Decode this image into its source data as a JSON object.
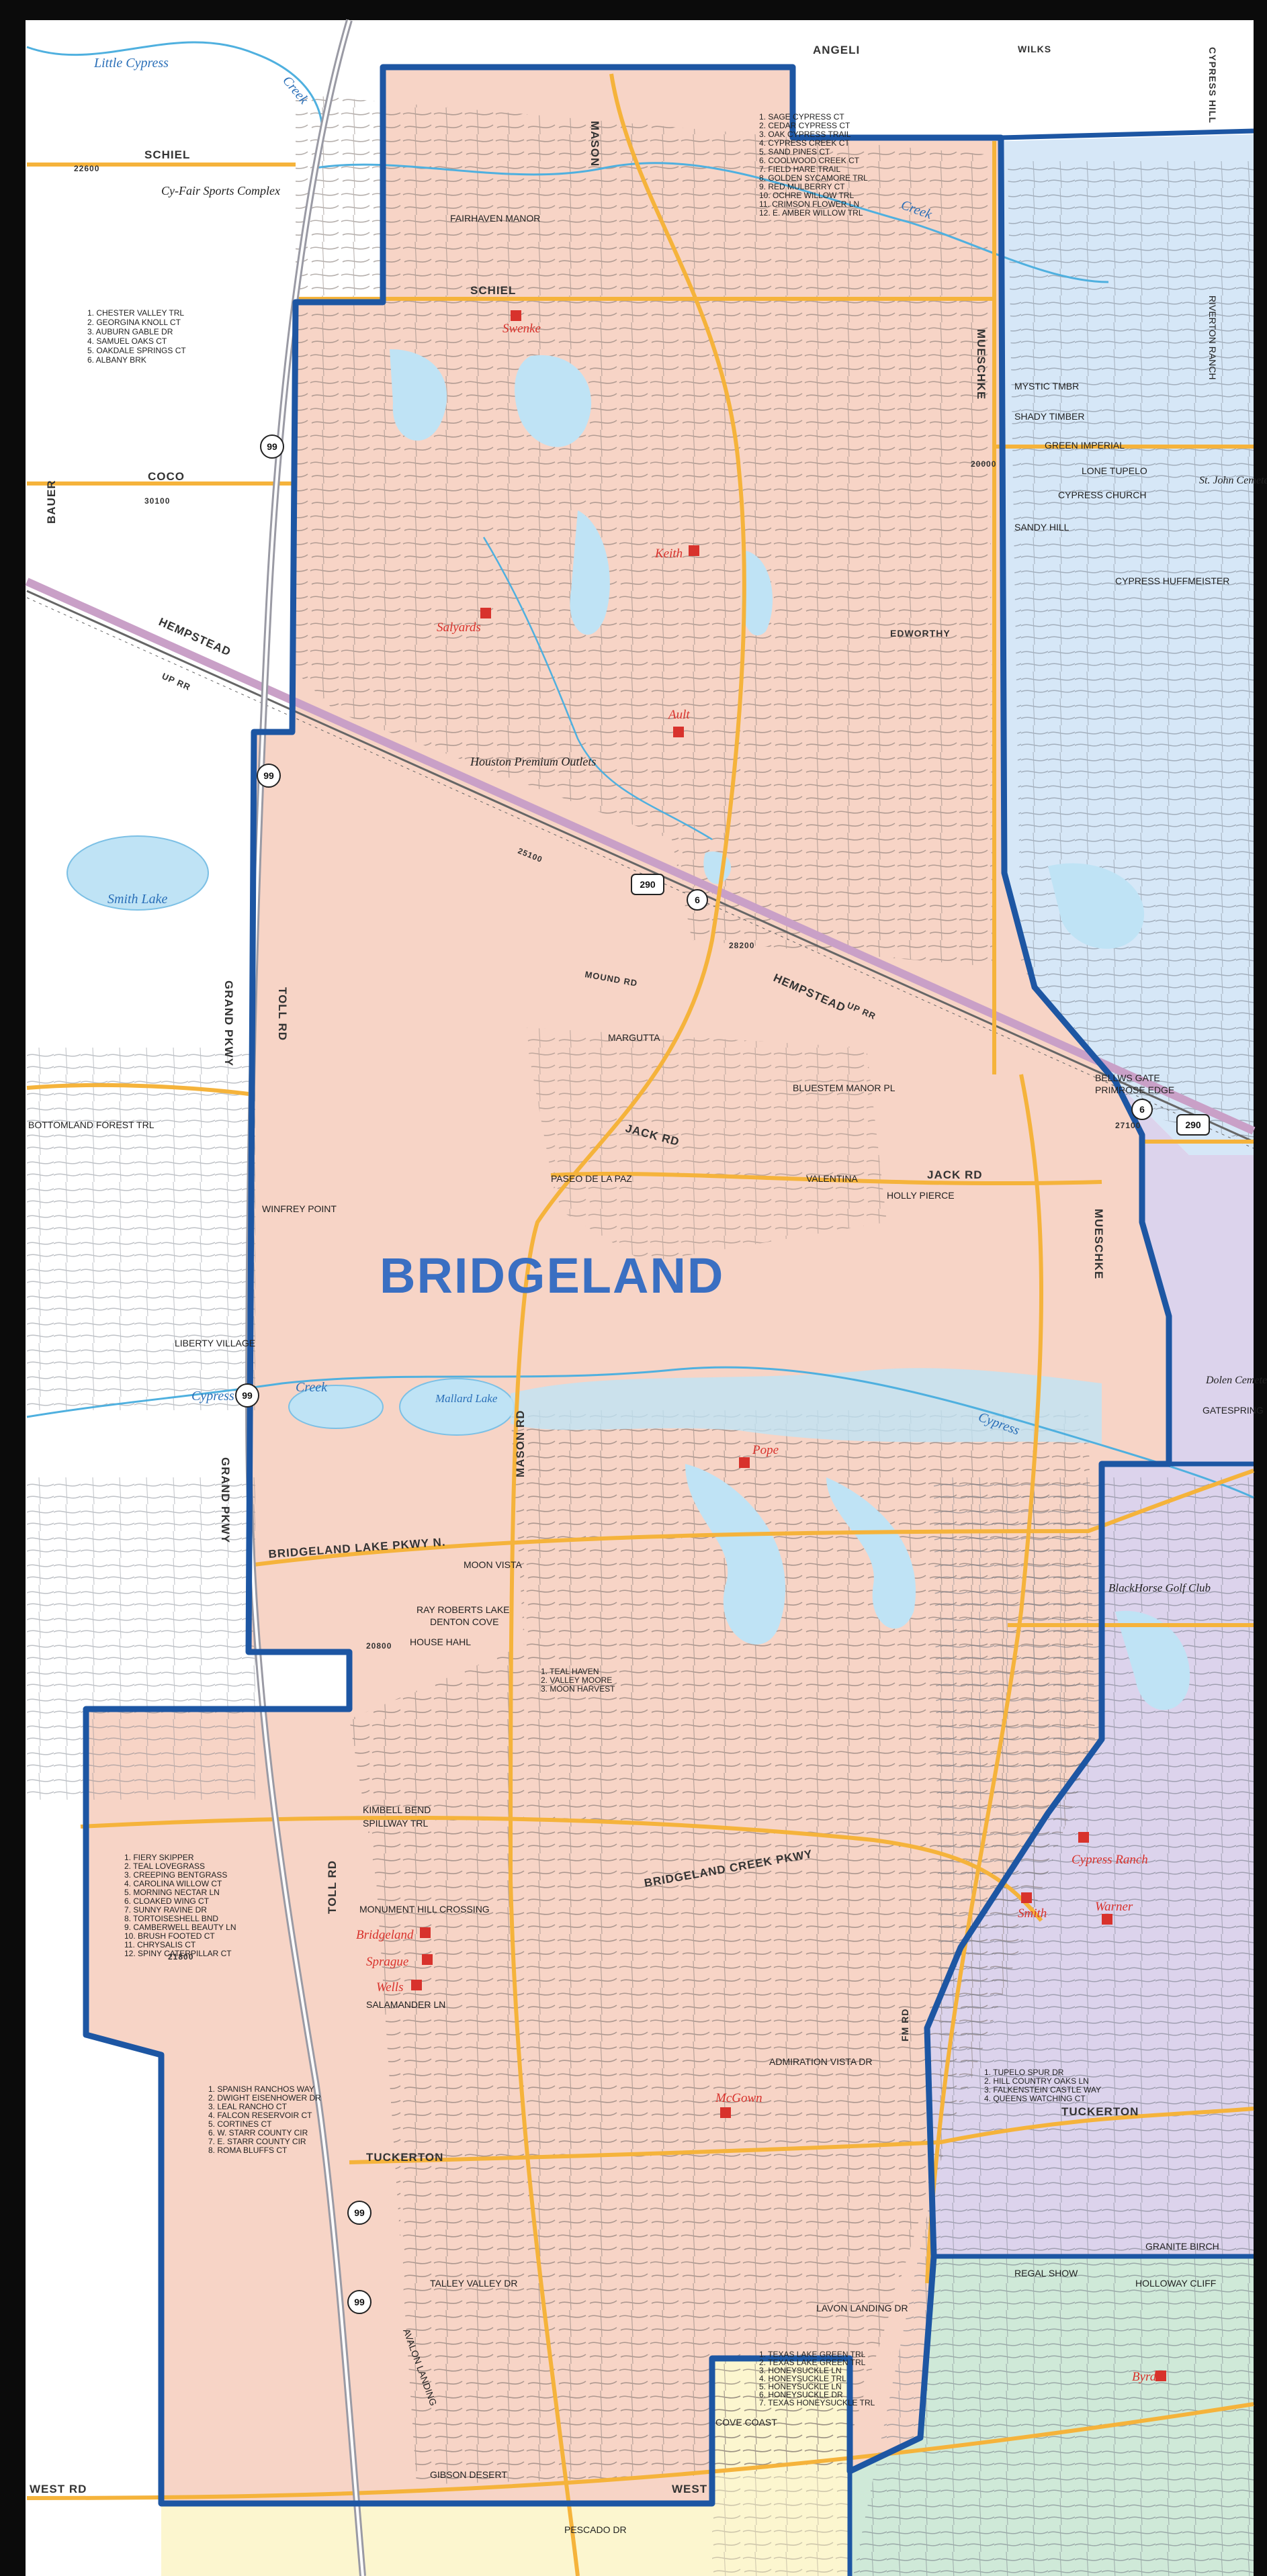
{
  "map": {
    "title": "BRIDGELAND",
    "colors": {
      "frame": "#0b0b0b",
      "outside": "#ffffff",
      "bridgeland_zone": "#f7d4c6",
      "east_blue_zone": "#d6e7f7",
      "east_purple_zone": "#dcd3ec",
      "southeast_green_zone": "#cfe9d8",
      "south_yellow_zone": "#fcf6cf",
      "boundary": "#1d56a3",
      "water": "#bfe3f5",
      "stream": "#4fb0df",
      "highway_290": "#c9a0c7",
      "major_road": "#f5b33b",
      "street": "#6d6d6d",
      "railroad": "#666666",
      "school_red": "#d8322c"
    },
    "roads": [
      {
        "id": "schiel",
        "label": "SCHIEL"
      },
      {
        "id": "schiel-w",
        "label": "SCHIEL"
      },
      {
        "id": "coco",
        "label": "COCO"
      },
      {
        "id": "coco-num",
        "label": "30100"
      },
      {
        "id": "hempstead-w",
        "label": "HEMPSTEAD"
      },
      {
        "id": "hempstead-e",
        "label": "HEMPSTEAD"
      },
      {
        "id": "mason-n",
        "label": "MASON"
      },
      {
        "id": "mason-s",
        "label": "MASON RD"
      },
      {
        "id": "jack",
        "label": "JACK RD"
      },
      {
        "id": "jack-w",
        "label": "JACK RD"
      },
      {
        "id": "mound",
        "label": "MOUND RD"
      },
      {
        "id": "mueschke",
        "label": "MUESCHKE"
      },
      {
        "id": "mueschke-s",
        "label": "MUESCHKE"
      },
      {
        "id": "grand-pkwy",
        "label": "GRAND PKWY"
      },
      {
        "id": "grand-pkwy-s",
        "label": "GRAND PKWY"
      },
      {
        "id": "toll-rd",
        "label": "TOLL RD"
      },
      {
        "id": "toll-rd-s",
        "label": "TOLL RD"
      },
      {
        "id": "bridgeland-lake",
        "label": "BRIDGELAND LAKE PKWY N."
      },
      {
        "id": "bridgeland-creek",
        "label": "BRIDGELAND CREEK PKWY"
      },
      {
        "id": "tuckerton",
        "label": "TUCKERTON"
      },
      {
        "id": "tuckerton-e",
        "label": "TUCKERTON"
      },
      {
        "id": "west",
        "label": "WEST"
      },
      {
        "id": "west-rd",
        "label": "WEST RD"
      },
      {
        "id": "up-rr",
        "label": "UP RR"
      },
      {
        "id": "up-rr-w",
        "label": "UP RR"
      },
      {
        "id": "bauer",
        "label": "BAUER"
      },
      {
        "id": "angeli",
        "label": "ANGELI"
      },
      {
        "id": "wilks",
        "label": "WILKS"
      },
      {
        "id": "cypress-hill",
        "label": "CYPRESS HILL"
      },
      {
        "id": "fm-rd",
        "label": "FM RD"
      },
      {
        "id": "edworthy",
        "label": "EDWORTHY"
      },
      {
        "id": "n-5",
        "label": "25100"
      },
      {
        "id": "n-6",
        "label": "28200"
      },
      {
        "id": "n-7",
        "label": "20800"
      },
      {
        "id": "n-8",
        "label": "21800"
      },
      {
        "id": "n-9",
        "label": "22600"
      },
      {
        "id": "n-10",
        "label": "20000"
      },
      {
        "id": "n-11",
        "label": "27100"
      }
    ],
    "shields": [
      {
        "id": "sh-99-a",
        "label": "99"
      },
      {
        "id": "sh-99-b",
        "label": "99"
      },
      {
        "id": "sh-99-c",
        "label": "99"
      },
      {
        "id": "sh-99-d",
        "label": "99"
      },
      {
        "id": "sh-99-e",
        "label": "99"
      },
      {
        "id": "sh-290-a",
        "label": "290"
      },
      {
        "id": "sh-290-b",
        "label": "290"
      },
      {
        "id": "sh-6-a",
        "label": "6"
      },
      {
        "id": "sh-6-b",
        "label": "6"
      }
    ],
    "water": [
      {
        "id": "smith-lake",
        "label": "Smith Lake"
      },
      {
        "id": "mallard-lake",
        "label": "Mallard Lake"
      },
      {
        "id": "cypress-creek-1",
        "label": "Cypress"
      },
      {
        "id": "cypress-creek-2",
        "label": "Creek"
      },
      {
        "id": "little-cypress",
        "label": "Little Cypress"
      },
      {
        "id": "little-cypress-2",
        "label": "Creek"
      },
      {
        "id": "cypress-creek-3",
        "label": "Cypress"
      },
      {
        "id": "cypress-creek-4",
        "label": "Creek"
      }
    ],
    "schools": [
      {
        "id": "swenke",
        "label": "Swenke"
      },
      {
        "id": "keith",
        "label": "Keith"
      },
      {
        "id": "salyards",
        "label": "Salyards"
      },
      {
        "id": "ault",
        "label": "Ault"
      },
      {
        "id": "pope",
        "label": "Pope"
      },
      {
        "id": "bridgeland-hs",
        "label": "Bridgeland"
      },
      {
        "id": "sprague",
        "label": "Sprague"
      },
      {
        "id": "wells",
        "label": "Wells"
      },
      {
        "id": "mcgown",
        "label": "McGown"
      },
      {
        "id": "smith",
        "label": "Smith"
      },
      {
        "id": "warner",
        "label": "Warner"
      },
      {
        "id": "cypress-ranch",
        "label": "Cypress Ranch"
      },
      {
        "id": "byrd",
        "label": "Byrd"
      }
    ],
    "places": [
      {
        "id": "cy-fair",
        "label": "Cy-Fair Sports Complex"
      },
      {
        "id": "outlets",
        "label": "Houston Premium Outlets"
      },
      {
        "id": "blackhorse",
        "label": "BlackHorse Golf Club"
      },
      {
        "id": "dolen",
        "label": "Dolen Cemetery"
      },
      {
        "id": "st-john",
        "label": "St. John Cemetery"
      },
      {
        "id": "fairhaven",
        "label": "FAIRHAVEN MANOR"
      },
      {
        "id": "marigutta",
        "label": "MARGUTTA"
      },
      {
        "id": "bluestem",
        "label": "BLUESTEM MANOR PL"
      },
      {
        "id": "valentina",
        "label": "VALENTINA"
      },
      {
        "id": "holly-pierce",
        "label": "HOLLY PIERCE"
      },
      {
        "id": "winfrey",
        "label": "WINFREY POINT"
      },
      {
        "id": "paseo",
        "label": "PASEO DE LA PAZ"
      },
      {
        "id": "bottomland",
        "label": "BOTTOMLAND FOREST TRL"
      },
      {
        "id": "liberty",
        "label": "LIBERTY VILLAGE"
      },
      {
        "id": "moon-vista",
        "label": "MOON VISTA"
      },
      {
        "id": "house-hahl",
        "label": "HOUSE HAHL"
      },
      {
        "id": "ray-roberts",
        "label": "RAY ROBERTS LAKE"
      },
      {
        "id": "denton",
        "label": "DENTON COVE"
      },
      {
        "id": "kimbell",
        "label": "KIMBELL BEND"
      },
      {
        "id": "spillway",
        "label": "SPILLWAY TRL"
      },
      {
        "id": "monument",
        "label": "MONUMENT HILL CROSSING"
      },
      {
        "id": "salamander",
        "label": "SALAMANDER LN"
      },
      {
        "id": "taylor",
        "label": "TALLEY VALLEY DR"
      },
      {
        "id": "avalon",
        "label": "AVALON LANDING"
      },
      {
        "id": "gibson",
        "label": "GIBSON DESERT"
      },
      {
        "id": "pescado",
        "label": "PESCADO DR"
      },
      {
        "id": "cove-coast",
        "label": "COVE COAST"
      },
      {
        "id": "lavon",
        "label": "LAVON LANDING DR"
      },
      {
        "id": "admiration",
        "label": "ADMIRATION VISTA DR"
      },
      {
        "id": "sandy-hill",
        "label": "SANDY HILL"
      },
      {
        "id": "cypress-church",
        "label": "CYPRESS CHURCH"
      },
      {
        "id": "mystic",
        "label": "MYSTIC TMBR"
      },
      {
        "id": "shady-timber",
        "label": "SHADY TIMBER"
      },
      {
        "id": "green-imperial",
        "label": "GREEN IMPERIAL"
      },
      {
        "id": "lone-tupelo",
        "label": "LONE TUPELO"
      },
      {
        "id": "riverton",
        "label": "RIVERTON RANCH"
      },
      {
        "id": "cypress-huffmeister",
        "label": "CYPRESS HUFFMEISTER"
      },
      {
        "id": "bellows-gate",
        "label": "BELLWS GATE"
      },
      {
        "id": "primrose",
        "label": "PRIMROSE EDGE"
      },
      {
        "id": "gatespring",
        "label": "GATESPRING"
      },
      {
        "id": "hollow-cliff",
        "label": "HOLLOWAY CLIFF"
      },
      {
        "id": "regal-show",
        "label": "REGAL SHOW"
      },
      {
        "id": "granite-birch",
        "label": "GRANITE BIRCH"
      }
    ],
    "lists": [
      {
        "id": "list-nw",
        "lines": [
          "1. CHESTER VALLEY TRL",
          "2. GEORGINA KNOLL CT",
          "3. AUBURN GABLE DR",
          "4. SAMUEL OAKS CT",
          "5. OAKDALE SPRINGS CT",
          "6. ALBANY BRK"
        ]
      },
      {
        "id": "list-ne",
        "lines": [
          "1. SAGE CYPRESS CT",
          "2. CEDAR CYPRESS CT",
          "3. OAK CYPRESS TRAIL",
          "4. CYPRESS CREEK CT",
          "5. SAND PINES CT",
          "6. COOLWOOD CREEK CT",
          "7. FIELD HARE TRAIL",
          "8. GOLDEN SYCAMORE TRL",
          "9. RED MULBERRY CT",
          "10. OCHRE WILLOW TRL",
          "11. CRIMSON FLOWER LN",
          "12. E. AMBER WILLOW TRL"
        ]
      },
      {
        "id": "list-sw",
        "lines": [
          "1. FIERY SKIPPER",
          "2. TEAL LOVEGRASS",
          "3. CREEPING BENTGRASS",
          "4. CAROLINA WILLOW CT",
          "5. MORNING NECTAR LN",
          "6. CLOAKED WING CT",
          "7. SUNNY RAVINE DR",
          "8. TORTOISESHELL BND",
          "9. CAMBERWELL BEAUTY LN",
          "10. BRUSH FOOTED CT",
          "11. CHRYSALIS CT",
          "12. SPINY CATERPILLAR CT"
        ]
      },
      {
        "id": "list-s",
        "lines": [
          "1. SPANISH RANCHOS WAY",
          "2. DWIGHT EISENHOWER DR",
          "3. LEAL RANCHO CT",
          "4. FALCON RESERVOIR CT",
          "5. CORTINES CT",
          "6. W. STARR COUNTY CIR",
          "7. E. STARR COUNTY CIR",
          "8. ROMA BLUFFS CT"
        ]
      },
      {
        "id": "list-c",
        "lines": [
          "1. TEAL HAVEN",
          "2. VALLEY MOORE",
          "3. MOON HARVEST"
        ]
      },
      {
        "id": "list-se",
        "lines": [
          "1. TUPELO SPUR DR",
          "2. HILL COUNTRY OAKS LN",
          "3. FALKENSTEIN CASTLE WAY",
          "4. QUEENS WATCHING CT"
        ]
      },
      {
        "id": "list-bottom",
        "lines": [
          "1. TEXAS LAKE GREEN TRL",
          "2. TEXAS LAKE GREEN TRL",
          "3. HONEYSUCKLE LN",
          "4. HONEYSUCKLE TRL",
          "5. HONEYSUCKLE LN",
          "6. HONEYSUCKLE DR",
          "7. TEXAS HONEYSUCKLE TRL"
        ]
      }
    ]
  }
}
